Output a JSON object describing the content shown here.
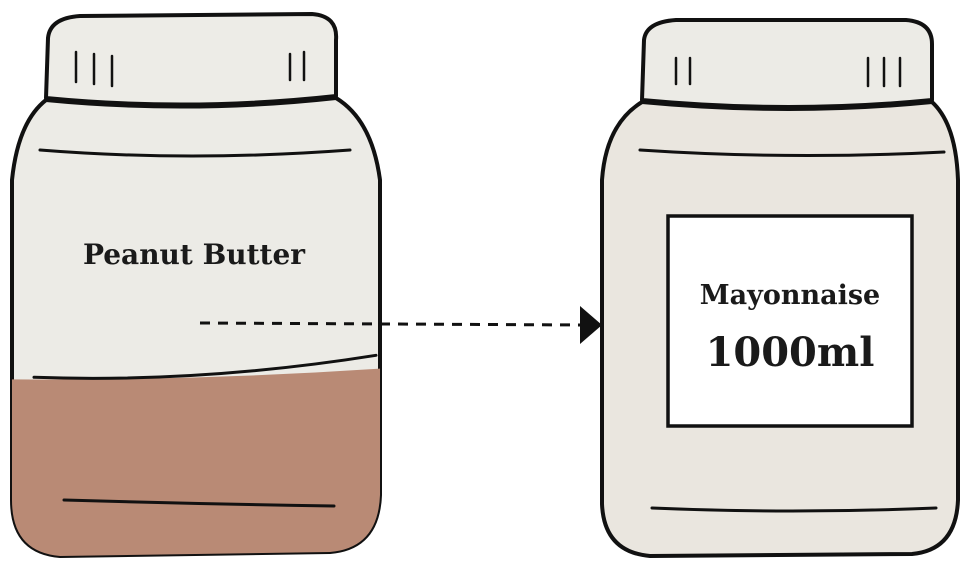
{
  "jars": [
    {
      "id": "peanut-butter",
      "label": "Peanut Butter",
      "fill_fraction": 0.45,
      "fill_color": "#b98a75"
    },
    {
      "id": "mayonnaise",
      "label": "Mayonnaise",
      "volume": "1000ml",
      "fill_fraction": 0,
      "fill_color": "#eae6df"
    }
  ],
  "arrow": {
    "from": "peanut-butter",
    "to": "mayonnaise",
    "style": "dashed",
    "color": "#111111"
  },
  "colors": {
    "jar_body": "#ecebe6",
    "outline": "#111111",
    "label_box": "#ffffff"
  }
}
